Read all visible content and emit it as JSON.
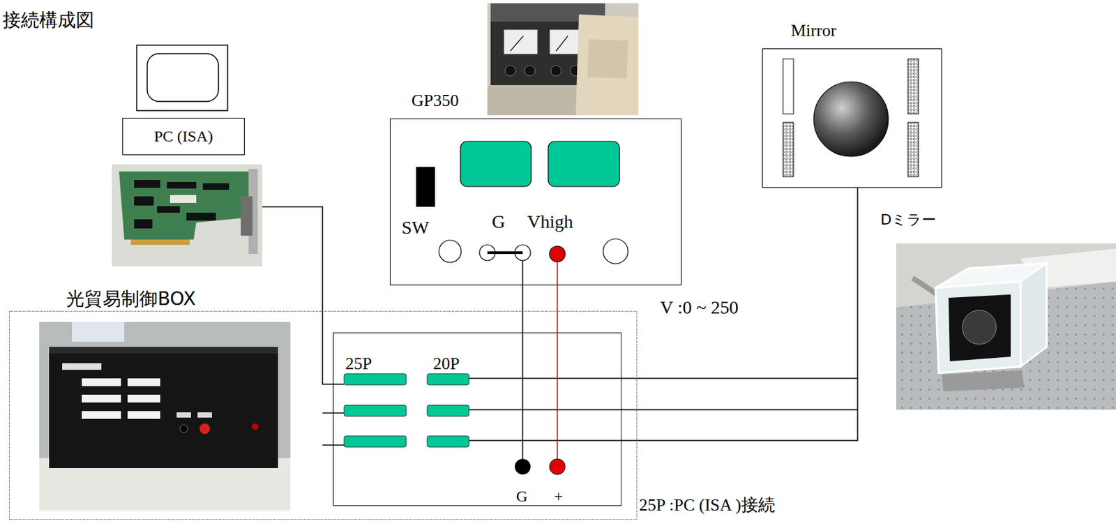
{
  "diagram": {
    "title": "接続構成図",
    "nodes": [
      {
        "text": [
          "PC (ISA)"
        ]
      },
      {
        "text": [
          "GP350",
          "SW",
          "G",
          "Vhigh"
        ]
      },
      {
        "text": [
          "Mirror"
        ]
      },
      {
        "text": [
          "光貿易制御BOX"
        ]
      },
      {
        "text": [
          "25P",
          "20P",
          "G",
          "+"
        ],
        "in": 3
      }
    ],
    "edges": [
      {
        "from": 0,
        "to": 4,
        "arrow": "none"
      },
      {
        "from": 1,
        "to": 4,
        "arrow": "none"
      },
      {
        "from": 1,
        "to": 4,
        "arrow": "none"
      },
      {
        "from": 4,
        "to": 2,
        "arrow": "none"
      }
    ],
    "labels": [
      "V :0 ~ 250",
      "Dミラー",
      "25P :PC (ISA )接続"
    ]
  }
}
